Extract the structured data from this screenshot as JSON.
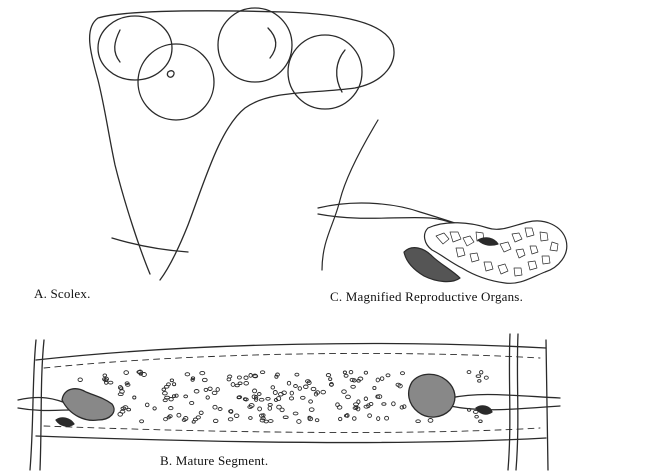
{
  "figure": {
    "captions": {
      "scolex": "A. Scolex.",
      "reproductive_organs": "C. Magnified Reproductive Organs.",
      "mature_segment": "B. Mature Segment."
    },
    "colors": {
      "ink": "#2a2a2a",
      "background": "#ffffff"
    }
  }
}
